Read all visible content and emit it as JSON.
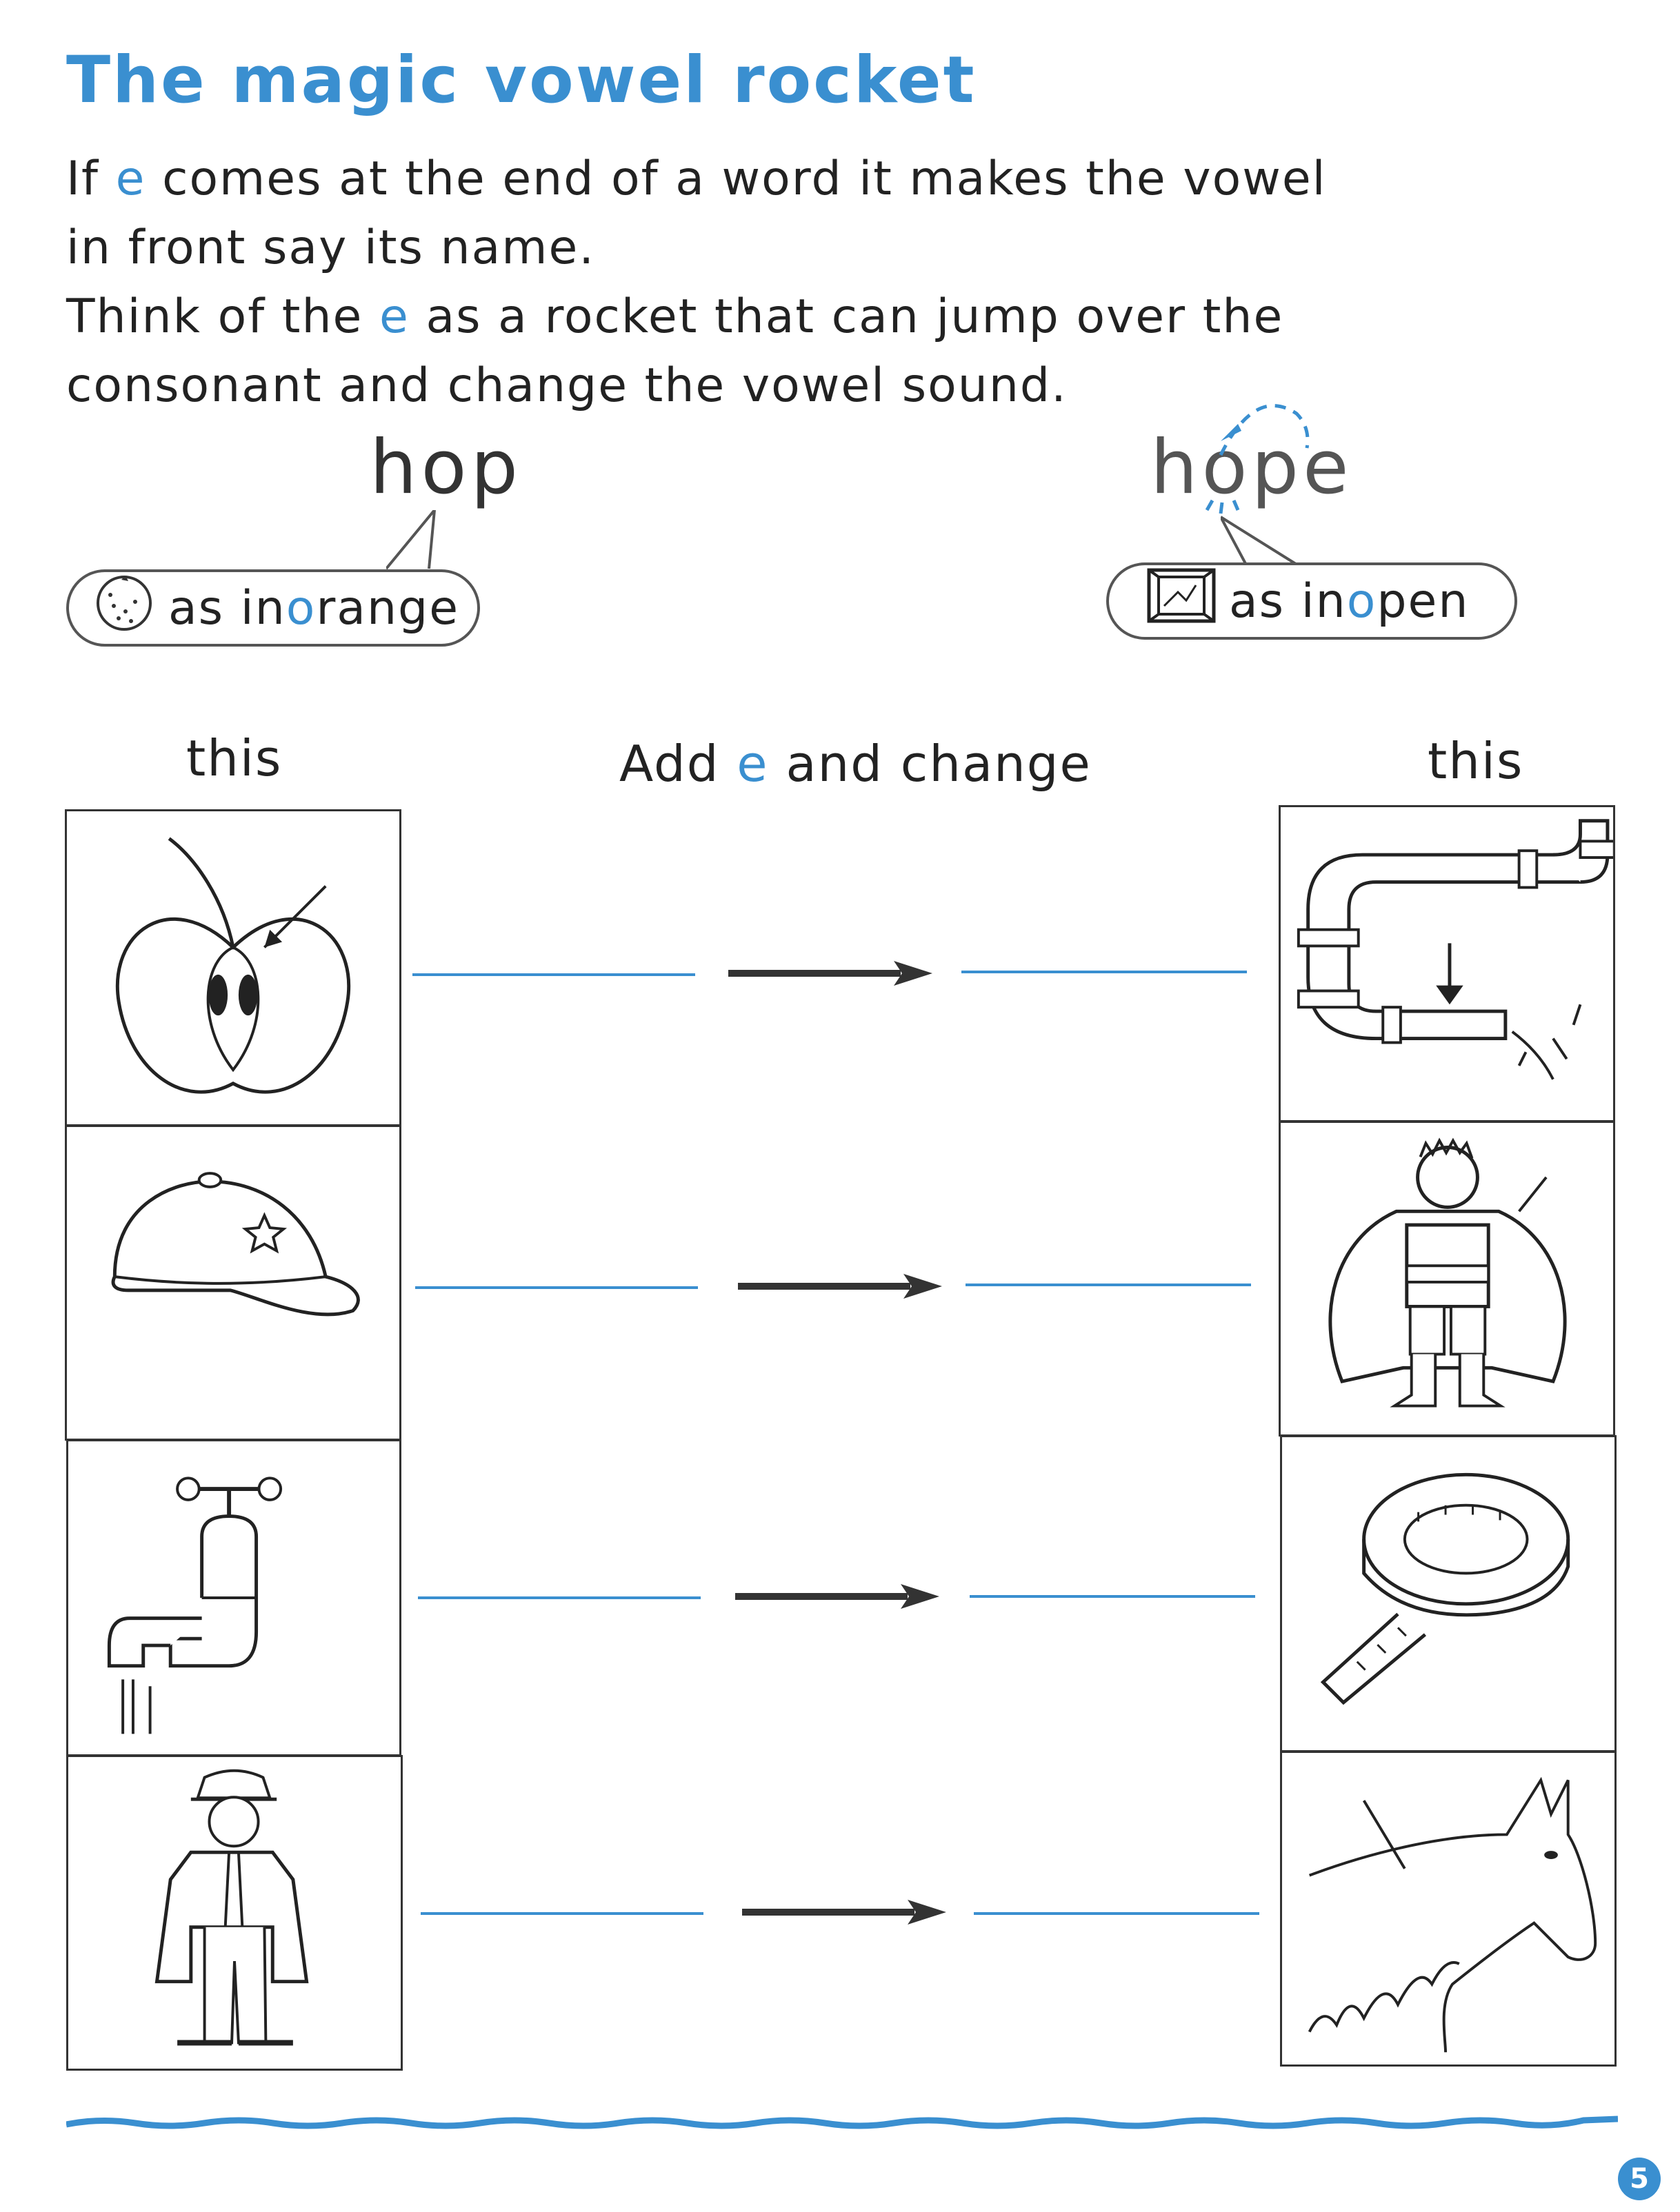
{
  "colors": {
    "accent": "#3a8fd0",
    "ink": "#222222",
    "word_grey": "#444444"
  },
  "title": "The magic vowel rocket",
  "intro": {
    "line1_a": "If ",
    "line1_e": "e",
    "line1_b": " comes at the end of a word it makes the vowel",
    "line2": "in front say its name.",
    "line3_a": "Think of the ",
    "line3_e": "e",
    "line3_b": " as a rocket that can jump over the",
    "line4": "consonant and change the vowel sound."
  },
  "example_short": {
    "word": "hop",
    "bubble_icon": "orange-icon",
    "bubble_pre": "as in ",
    "bubble_letter": "o",
    "bubble_rest": "range"
  },
  "example_long": {
    "word_pre": "h",
    "word_vowel": "o",
    "word_mid": "p",
    "word_e": "e",
    "bubble_icon": "open-window-icon",
    "bubble_pre": "as in ",
    "bubble_letter": "o",
    "bubble_rest": "pen"
  },
  "columns": {
    "left": "this",
    "middle_a": "Add ",
    "middle_e": "e",
    "middle_b": " and change",
    "right": "this"
  },
  "rows": [
    {
      "left_icon": "apple-cut-in-half-icon",
      "right_icon": "pipe-icon"
    },
    {
      "left_icon": "cap-icon",
      "right_icon": "cape-icon"
    },
    {
      "left_icon": "tap-icon",
      "right_icon": "tape-measure-icon"
    },
    {
      "left_icon": "man-in-hat-icon",
      "right_icon": "horse-mane-icon"
    }
  ],
  "page_number": "5"
}
